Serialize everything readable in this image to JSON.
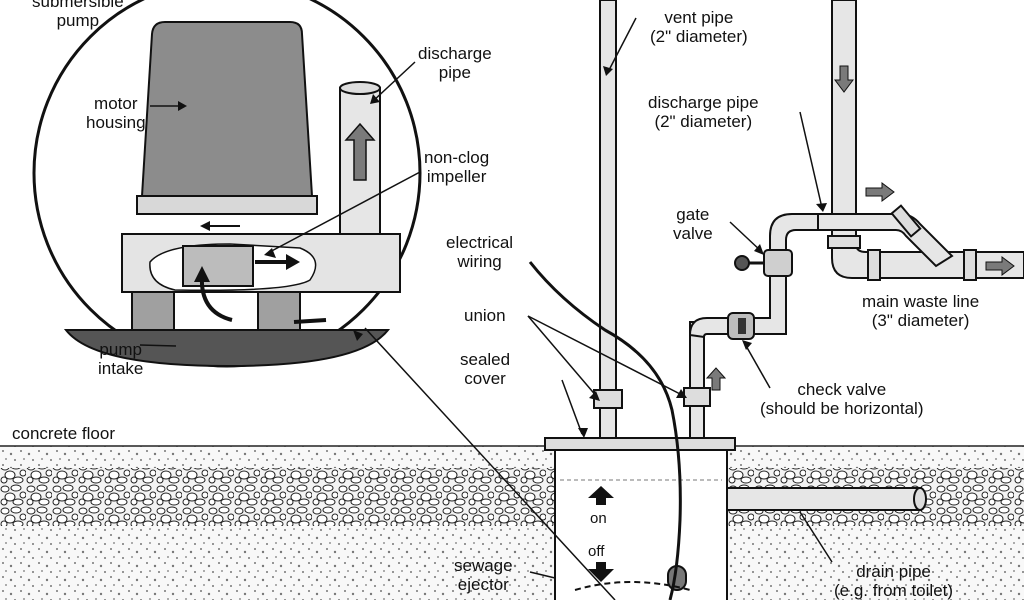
{
  "labels": {
    "submersible_pump": [
      "submersible",
      "pump"
    ],
    "motor_housing": [
      "motor",
      "housing"
    ],
    "discharge_pipe_inset": [
      "discharge",
      "pipe"
    ],
    "non_clog_impeller": [
      "non-clog",
      "impeller"
    ],
    "pump_intake": [
      "pump",
      "intake"
    ],
    "vent_pipe": [
      "vent pipe",
      "(2\" diameter)"
    ],
    "discharge_pipe_main": [
      "discharge pipe",
      "(2\" diameter)"
    ],
    "gate_valve": [
      "gate",
      "valve"
    ],
    "main_waste_line": [
      "main waste line",
      "(3\" diameter)"
    ],
    "electrical_wiring": [
      "electrical",
      "wiring"
    ],
    "union": "union",
    "sealed_cover": [
      "sealed",
      "cover"
    ],
    "check_valve": [
      "check valve",
      "(should be horizontal)"
    ],
    "concrete_floor": "concrete floor",
    "on": "on",
    "off": "off",
    "sewage_ejector": [
      "sewage",
      "ejector"
    ],
    "drain_pipe": [
      "drain pipe",
      "(e.g. from toilet)"
    ]
  },
  "colors": {
    "line": "#111111",
    "pipe_fill": "#e6e6e6",
    "housing_fill": "#8c8c8c",
    "base_dark": "#555555",
    "gravel_fill": "#f0f0f0",
    "arrow_fill": "#7a7a7a"
  }
}
